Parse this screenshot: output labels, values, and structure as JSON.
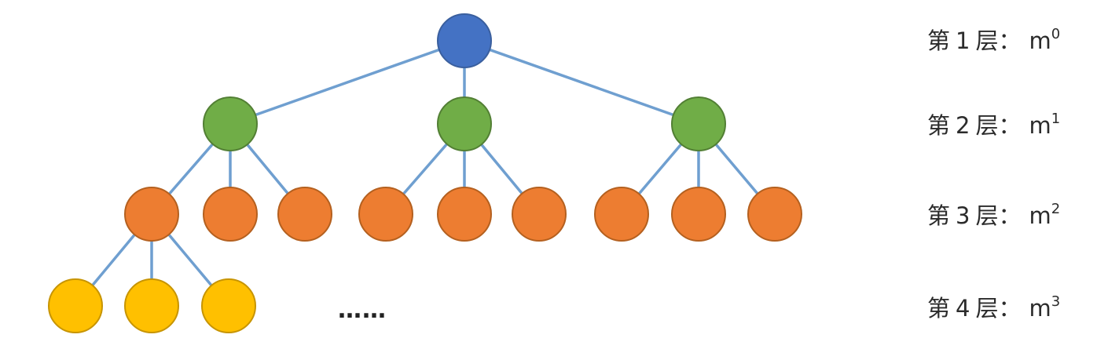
{
  "colors": {
    "edge": "#6f9fd0",
    "level1_fill": "#4472c4",
    "level1_stroke": "#3a5f9e",
    "level2_fill": "#70ad47",
    "level2_stroke": "#527f34",
    "level3_fill": "#ed7d31",
    "level3_stroke": "#b4601f",
    "level4_fill": "#ffc000",
    "level4_stroke": "#c79400",
    "text": "#2b2b2b"
  },
  "tree": {
    "ellipsis": "……",
    "branching_shown": 3,
    "levels_drawn": 4
  },
  "levels": [
    {
      "prefix": "第",
      "num": "1",
      "suffix": "层",
      "sep": "：",
      "base": "m",
      "exp": "0"
    },
    {
      "prefix": "第",
      "num": "2",
      "suffix": "层",
      "sep": "：",
      "base": "m",
      "exp": "1"
    },
    {
      "prefix": "第",
      "num": "3",
      "suffix": "层",
      "sep": "：",
      "base": "m",
      "exp": "2"
    },
    {
      "prefix": "第",
      "num": "4",
      "suffix": "层",
      "sep": "：",
      "base": "m",
      "exp": "3"
    }
  ]
}
